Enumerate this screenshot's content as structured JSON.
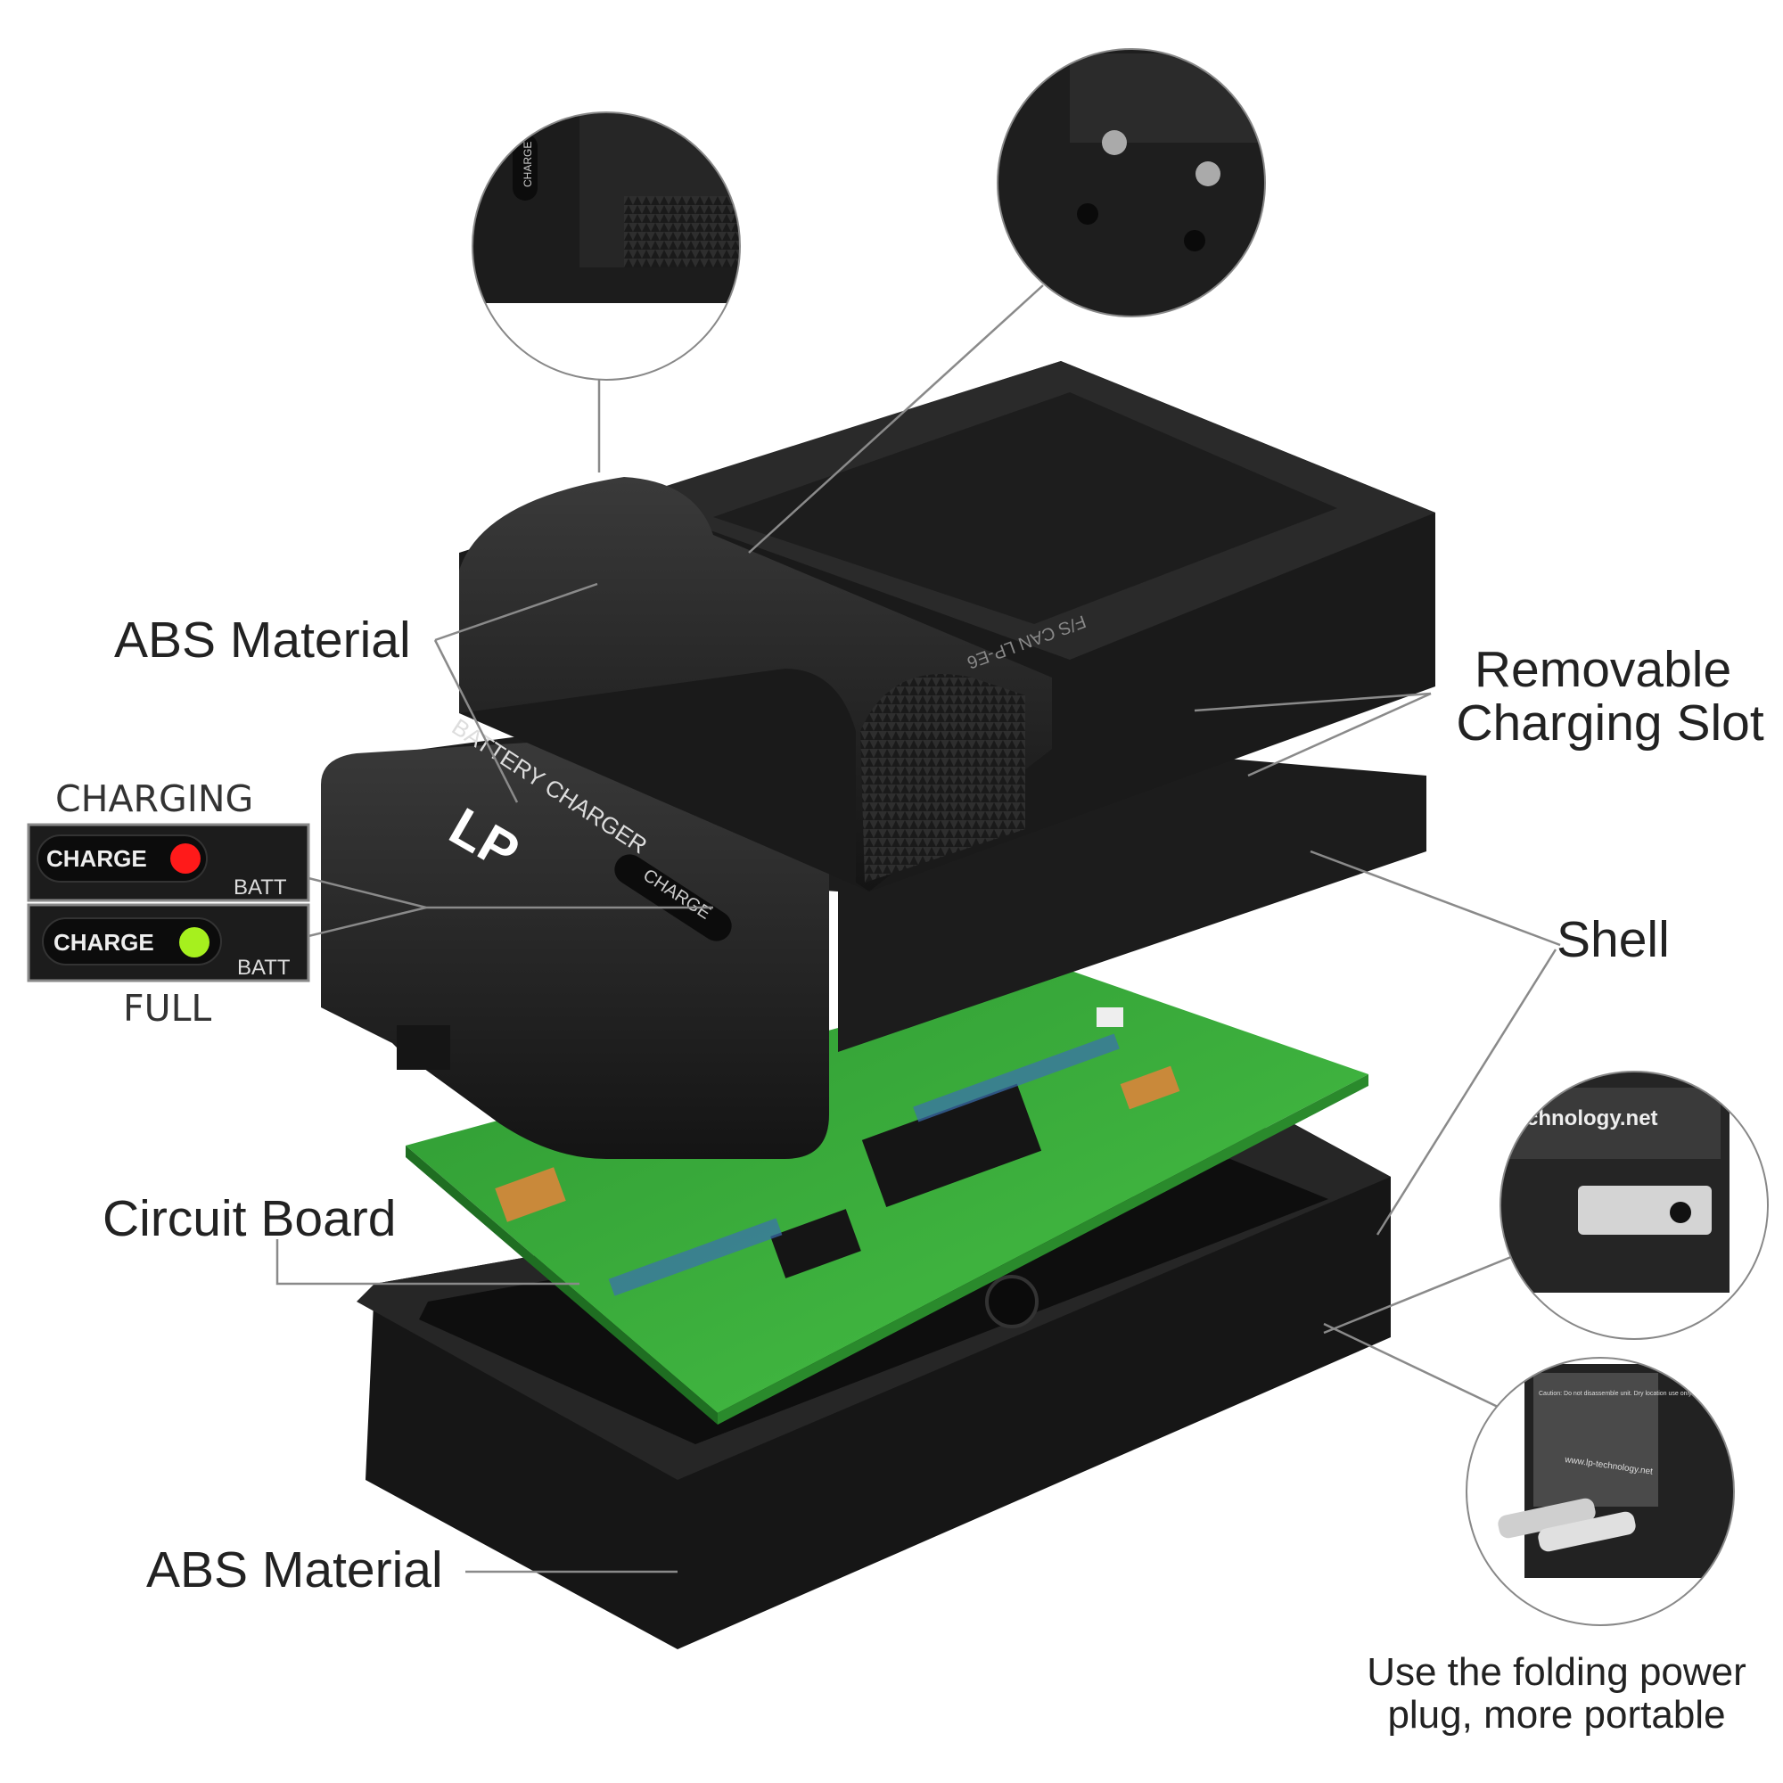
{
  "labels": {
    "abs_top": "ABS Material",
    "removable_line1": "Removable",
    "removable_line2": "Charging Slot",
    "charging": "CHARGING",
    "full": "FULL",
    "shell": "Shell",
    "circuit_board": "Circuit Board",
    "abs_bottom": "ABS Material",
    "caption_line1": "Use the folding power",
    "caption_line2": "plug, more portable"
  },
  "led_panels": [
    {
      "button_text": "CHARGE",
      "partial_text": "BATT",
      "led_color": "#ff1a1a"
    },
    {
      "button_text": "CHARGE",
      "partial_text": "BATT",
      "led_color": "#a6f01e"
    }
  ],
  "product_text": {
    "brand": "LP",
    "model": "BATTERY CHARGER",
    "indicator": "CHARGE",
    "slot_marking": "F/S CAN LP-E6"
  },
  "detail_circles": {
    "top_left_button": "CHARGE",
    "middle_right_url": "chnology.net",
    "bottom_right_caution": "Caution: Do not disassemble unit. Dry location use only.",
    "bottom_right_url": "www.lp-technology.net"
  },
  "colors": {
    "body": "#1e1e1e",
    "pcb": "#3cab3a",
    "leader_line": "#8a8a8a"
  }
}
